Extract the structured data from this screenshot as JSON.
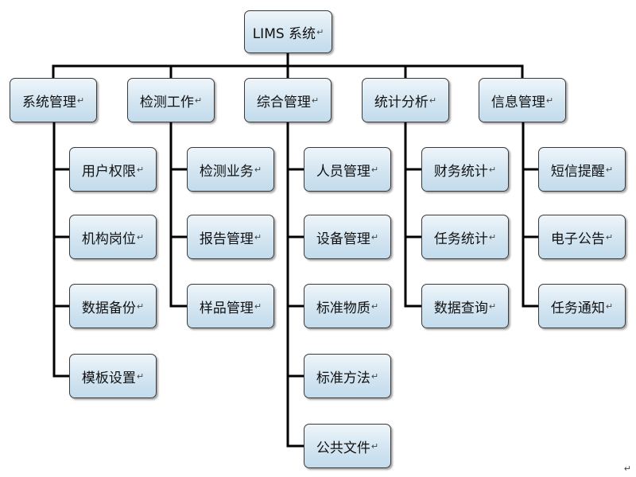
{
  "root": {
    "label": "LIMS 系统",
    "mark": "↵"
  },
  "categories": [
    {
      "label": "系统管理",
      "mark": "↵",
      "items": [
        "用户权限",
        "机构岗位",
        "数据备份",
        "模板设置"
      ]
    },
    {
      "label": "检测工作",
      "mark": "↵",
      "items": [
        "检测业务",
        "报告管理",
        "样品管理"
      ]
    },
    {
      "label": "综合管理",
      "mark": "↵",
      "items": [
        "人员管理",
        "设备管理",
        "标准物质",
        "标准方法",
        "公共文件"
      ]
    },
    {
      "label": "统计分析",
      "mark": "↵",
      "items": [
        "财务统计",
        "任务统计",
        "数据查询"
      ]
    },
    {
      "label": "信息管理",
      "mark": "↵",
      "items": [
        "短信提醒",
        "电子公告",
        "任务通知"
      ]
    }
  ],
  "leaf_mark": "↵",
  "corner_mark": "↵",
  "colors": {
    "line": "#000000",
    "box_border": "#3a3a3a",
    "box_fill_top": "#eef5fa",
    "box_fill_bottom": "#c2dbec"
  }
}
